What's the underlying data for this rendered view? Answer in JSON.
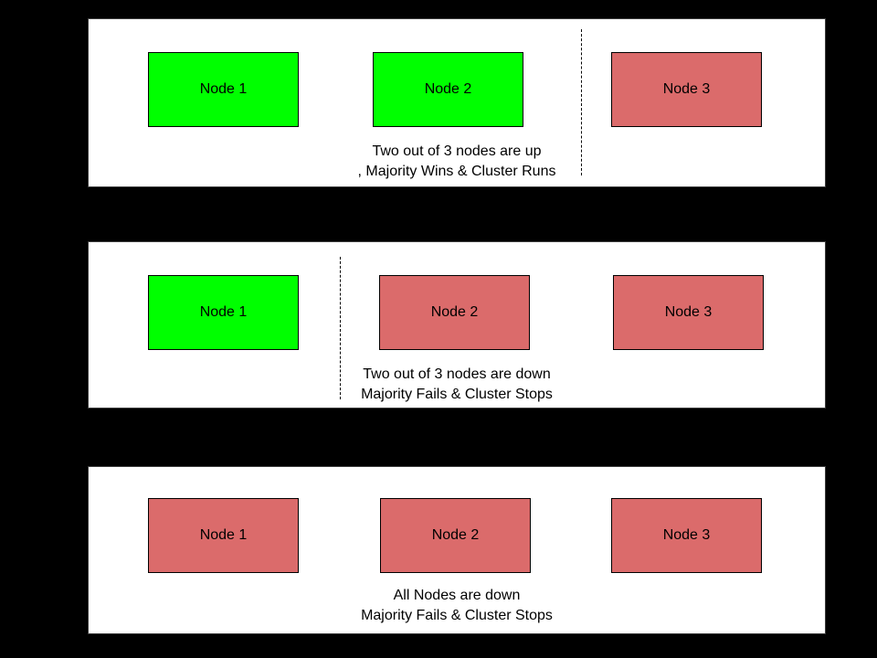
{
  "colors": {
    "node_up": "#00ff00",
    "node_down": "#db6b6b",
    "node_border": "#000000",
    "panel_background": "#ffffff",
    "page_background": "#000000",
    "divider": "#000000"
  },
  "panels": [
    {
      "name": "two-nodes-up",
      "nodes": [
        {
          "label": "Node 1",
          "status": "up"
        },
        {
          "label": "Node 2",
          "status": "up"
        },
        {
          "label": "Node 3",
          "status": "down"
        }
      ],
      "has_divider": true,
      "caption": {
        "line1": "Two out of 3 nodes are up",
        "line2": ", Majority Wins & Cluster Runs"
      }
    },
    {
      "name": "two-nodes-down",
      "nodes": [
        {
          "label": "Node 1",
          "status": "up"
        },
        {
          "label": "Node 2",
          "status": "down"
        },
        {
          "label": "Node 3",
          "status": "down"
        }
      ],
      "has_divider": true,
      "caption": {
        "line1": "Two out of 3 nodes are down",
        "line2": "Majority Fails & Cluster Stops"
      }
    },
    {
      "name": "all-nodes-down",
      "nodes": [
        {
          "label": "Node 1",
          "status": "down"
        },
        {
          "label": "Node 2",
          "status": "down"
        },
        {
          "label": "Node 3",
          "status": "down"
        }
      ],
      "has_divider": false,
      "caption": {
        "line1": "All Nodes are down",
        "line2": "Majority Fails & Cluster Stops"
      }
    }
  ]
}
